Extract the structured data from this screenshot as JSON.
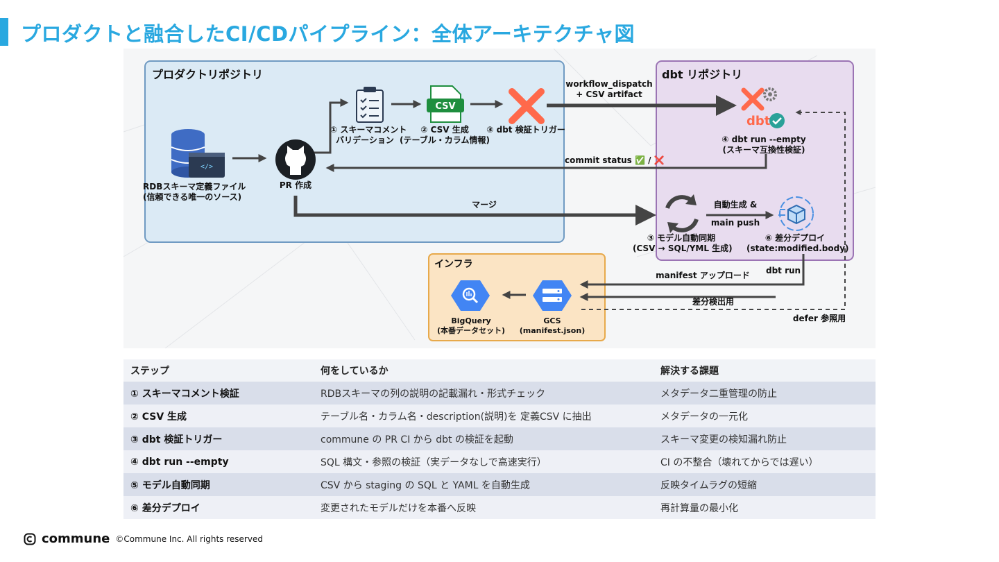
{
  "title": "プロダクトと融合したCI/CDパイプライン：全体アーキテクチャ図",
  "diagram": {
    "product_repo_title": "プロダクトリポジトリ",
    "dbt_repo_title": "dbt リポジトリ",
    "infra_title": "インフラ",
    "rdb_label_1": "RDBスキーマ定義ファイル",
    "rdb_label_2": "(信頼できる唯一のソース)",
    "code_glyph": "</>",
    "pr_label": "PR 作成",
    "step1_label_1": "① スキーマコメント",
    "step1_label_2": "バリデーション",
    "step2_label_1": "② CSV 生成",
    "step2_label_2": "(テーブル・カラム情報)",
    "csv_icon_text": "CSV",
    "step3_label": "③ dbt 検証トリガー",
    "dispatch_label_1": "workflow_dispatch",
    "dispatch_label_2": "+ CSV artifact",
    "dbt_logo_text": "dbt",
    "step4_label_1": "④ dbt run --empty",
    "step4_label_2": "(スキーマ互換性検証)",
    "commit_status_label": "commit status ✅ / ❌",
    "merge_label": "マージ",
    "autogen_label_1": "自動生成 &",
    "autogen_label_2": "main push",
    "step5_label_1": "③ モデル自動同期",
    "step5_label_2": "(CSV → SQL/YML 生成)",
    "step6_label_1": "⑥ 差分デプロイ",
    "step6_label_2": "(state:modified.body)",
    "dbt_run_label": "dbt run",
    "manifest_upload_label": "manifest アップロード",
    "diff_detect_label": "差分検出用",
    "defer_label": "defer 参照用",
    "bigquery_label_1": "BigQuery",
    "bigquery_label_2": "(本番データセット)",
    "gcs_label_1": "GCS",
    "gcs_label_2": "(manifest.json)"
  },
  "table": {
    "headers": [
      "ステップ",
      "何をしているか",
      "解決する課題"
    ],
    "rows": [
      {
        "num": "①",
        "step": "スキーマコメント検証",
        "what": "RDBスキーマの列の説明の記載漏れ・形式チェック",
        "issue": "メタデータ二重管理の防止"
      },
      {
        "num": "②",
        "step": "CSV 生成",
        "what": "テーブル名・カラム名・description(説明)を 定義CSV に抽出",
        "issue": "メタデータの一元化"
      },
      {
        "num": "③",
        "step": "dbt 検証トリガー",
        "what": "commune の PR CI から dbt の検証を起動",
        "issue": "スキーマ変更の検知漏れ防止"
      },
      {
        "num": "④",
        "step": "dbt run --empty",
        "what": "SQL 構文・参照の検証（実データなしで高速実行）",
        "issue": "CI の不整合（壊れてからでは遅い）"
      },
      {
        "num": "⑤",
        "step": "モデル自動同期",
        "what": "CSV から staging の SQL と YAML を自動生成",
        "issue": "反映タイムラグの短縮"
      },
      {
        "num": "⑥",
        "step": "差分デプロイ",
        "what": "変更されたモデルだけを本番へ反映",
        "issue": "再計算量の最小化"
      }
    ]
  },
  "footer": {
    "logo": "commune",
    "copyright": "©Commune Inc. All rights reserved"
  },
  "colors": {
    "accent": "#29a8e0",
    "product_box_fill": "#dbeaf5",
    "product_box_stroke": "#6f9ac2",
    "dbt_box_fill": "#e8dcef",
    "dbt_box_stroke": "#9b74b4",
    "infra_box_fill": "#fbe4c4",
    "infra_box_stroke": "#e7a94b",
    "dbt_orange": "#ff694b",
    "gcp_blue": "#4285f4"
  }
}
